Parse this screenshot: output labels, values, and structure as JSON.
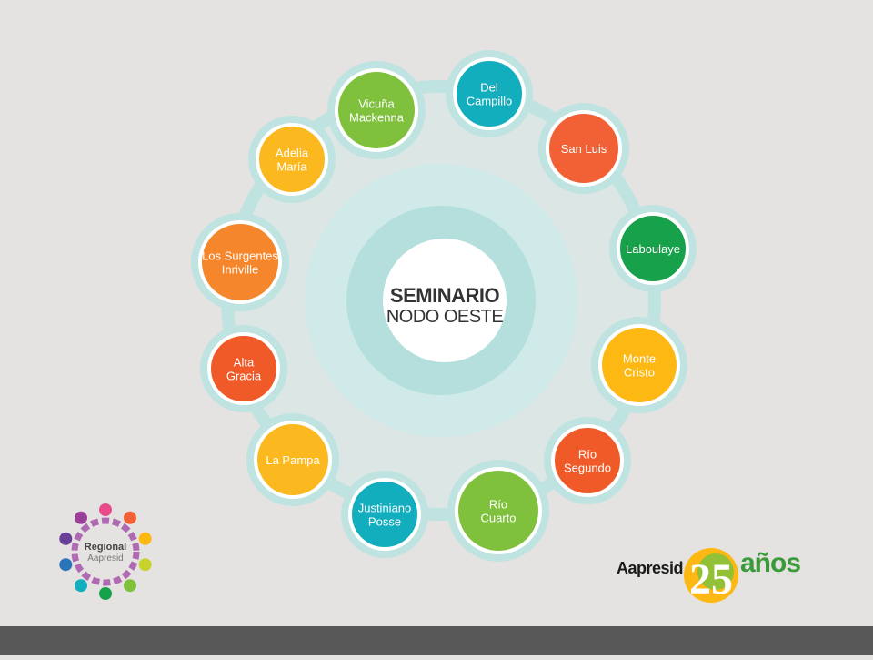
{
  "center": {
    "line1": "SEMINARIO",
    "line2": "NODO OESTE"
  },
  "nodes": [
    {
      "lines": [
        "Del",
        "Campillo"
      ],
      "color": "#13aebd"
    },
    {
      "lines": [
        "San Luis"
      ],
      "color": "#f26135"
    },
    {
      "lines": [
        "Laboulaye"
      ],
      "color": "#16a14a"
    },
    {
      "lines": [
        "Monte",
        "Cristo"
      ],
      "color": "#fdb813"
    },
    {
      "lines": [
        "Río",
        "Segundo"
      ],
      "color": "#f05a28"
    },
    {
      "lines": [
        "Río",
        "Cuarto"
      ],
      "color": "#7fc13d"
    },
    {
      "lines": [
        "Justiniano",
        "Posse"
      ],
      "color": "#13aebd"
    },
    {
      "lines": [
        "La Pampa"
      ],
      "color": "#fbb91f"
    },
    {
      "lines": [
        "Alta",
        "Gracia"
      ],
      "color": "#f05a28"
    },
    {
      "lines": [
        "Los Surgentes",
        "Inriville"
      ],
      "color": "#f6862b"
    },
    {
      "lines": [
        "Adelia",
        "María"
      ],
      "color": "#fbb91f"
    },
    {
      "lines": [
        "Vicuña",
        "Mackenna"
      ],
      "color": "#7fc13d"
    }
  ],
  "logos": {
    "regional_line1": "Regional",
    "regional_line2": "Aapresid",
    "aapresid": "Aapresid",
    "anniversary_number": "25",
    "anniversary_word": "años"
  },
  "colors": {
    "background": "#e5e3e1",
    "ring": "#bfe3e1",
    "halo_outer": "#cfeae8",
    "halo_mid": "#b4dfdc",
    "bottom_bar": "#575757"
  }
}
